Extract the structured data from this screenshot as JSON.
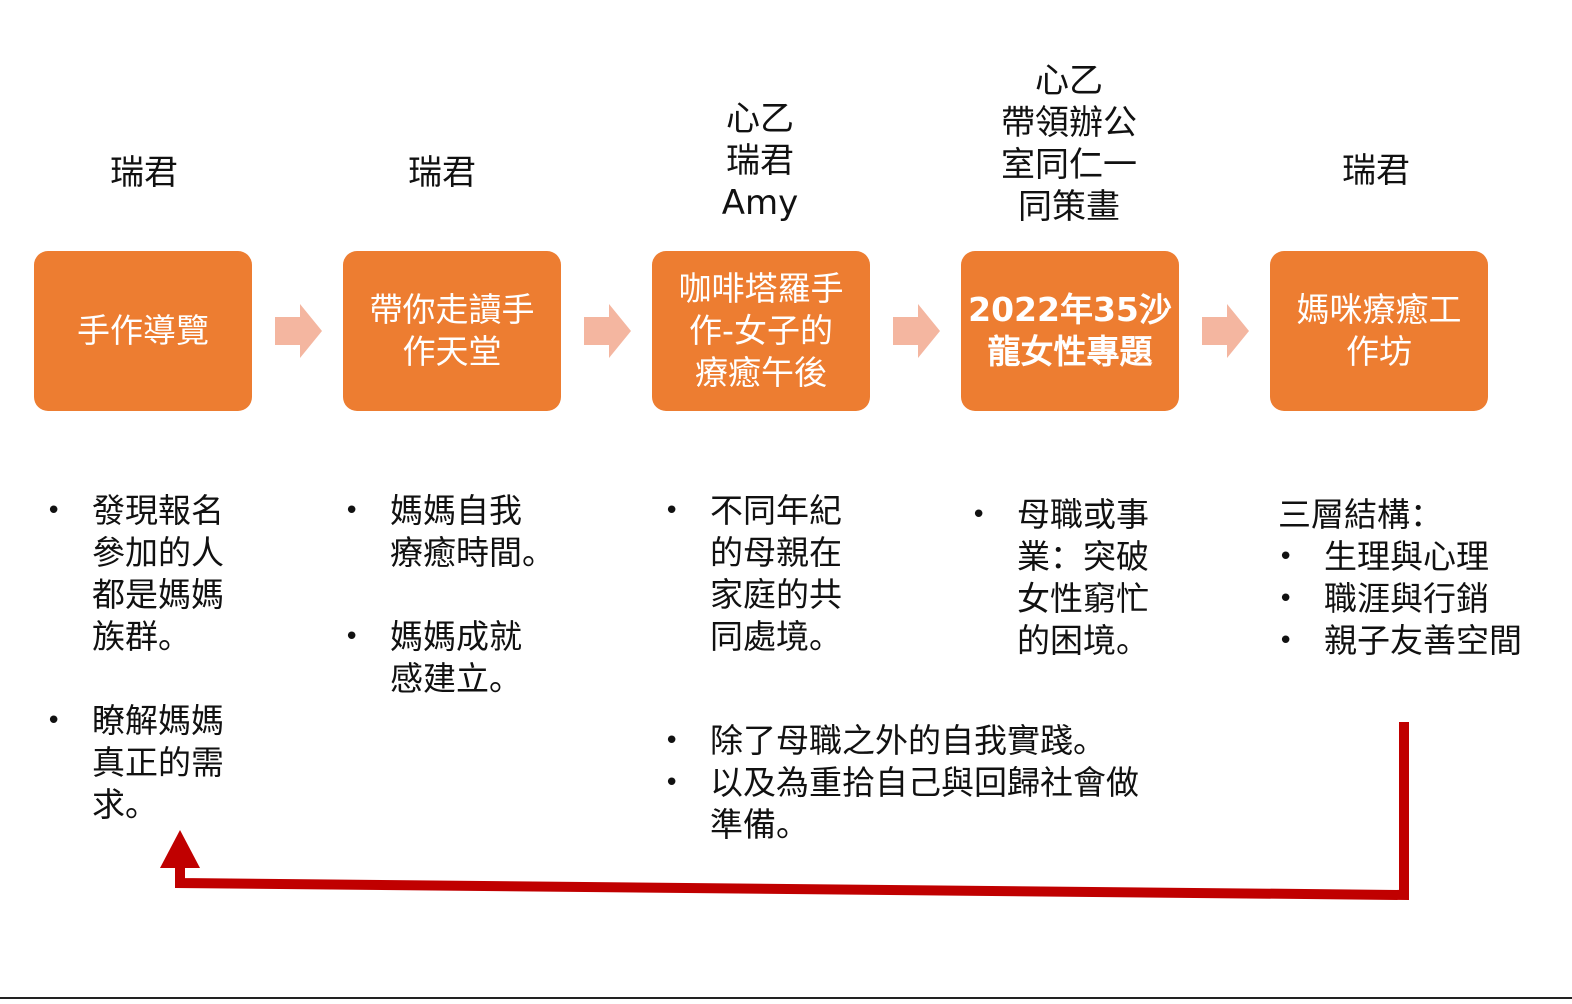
{
  "colors": {
    "box_fill": "#ED7D31",
    "chevron_fill": "#F4B6A0",
    "return_arrow": "#C00000",
    "text": "#111111"
  },
  "owners": [
    {
      "lines": [
        "瑞君"
      ]
    },
    {
      "lines": [
        "瑞君"
      ]
    },
    {
      "lines": [
        "心乙",
        "瑞君",
        "Amy"
      ]
    },
    {
      "lines": [
        "心乙",
        "帶領辦公",
        "室同仁一",
        "同策畫"
      ]
    },
    {
      "lines": [
        "瑞君"
      ]
    }
  ],
  "boxes": [
    {
      "lines": [
        "手作導覽"
      ]
    },
    {
      "lines": [
        "帶你走讀手",
        "作天堂"
      ]
    },
    {
      "lines": [
        "咖啡塔羅手",
        "作-女子的",
        "療癒午後"
      ]
    },
    {
      "lines": [
        "2022年35沙",
        "龍女性專題"
      ]
    },
    {
      "lines": [
        "媽咪療癒工",
        "作坊"
      ]
    }
  ],
  "connectors": [
    "chevron-right-icon",
    "chevron-right-icon",
    "chevron-right-icon",
    "chevron-right-icon"
  ],
  "bullet_symbol": "•",
  "details": {
    "col1": [
      {
        "lines": [
          "發現報名",
          "參加的人",
          "都是媽媽",
          "族群。"
        ]
      },
      {
        "lines": [
          "瞭解媽媽",
          "真正的需",
          "求。"
        ]
      }
    ],
    "col2": [
      {
        "lines": [
          "媽媽自我",
          "療癒時間。"
        ]
      },
      {
        "lines": [
          "媽媽成就",
          "感建立。"
        ]
      }
    ],
    "col3": [
      {
        "lines": [
          "不同年紀",
          "的母親在",
          "家庭的共",
          "同處境。"
        ]
      }
    ],
    "col4": [
      {
        "lines": [
          "母職或事",
          "業：突破",
          "女性窮忙",
          "的困境。"
        ]
      }
    ],
    "col5": {
      "heading": "三層結構：",
      "items": [
        {
          "lines": [
            "生理與心理"
          ]
        },
        {
          "lines": [
            "職涯與行銷"
          ]
        },
        {
          "lines": [
            "親子友善空間"
          ]
        }
      ]
    },
    "summary": [
      {
        "lines": [
          "除了母職之外的自我實踐。"
        ]
      },
      {
        "lines": [
          "以及為重拾自己與回歸社會做",
          "準備。"
        ]
      }
    ]
  },
  "return_arrow": {
    "icon": "return-arrow-icon"
  }
}
